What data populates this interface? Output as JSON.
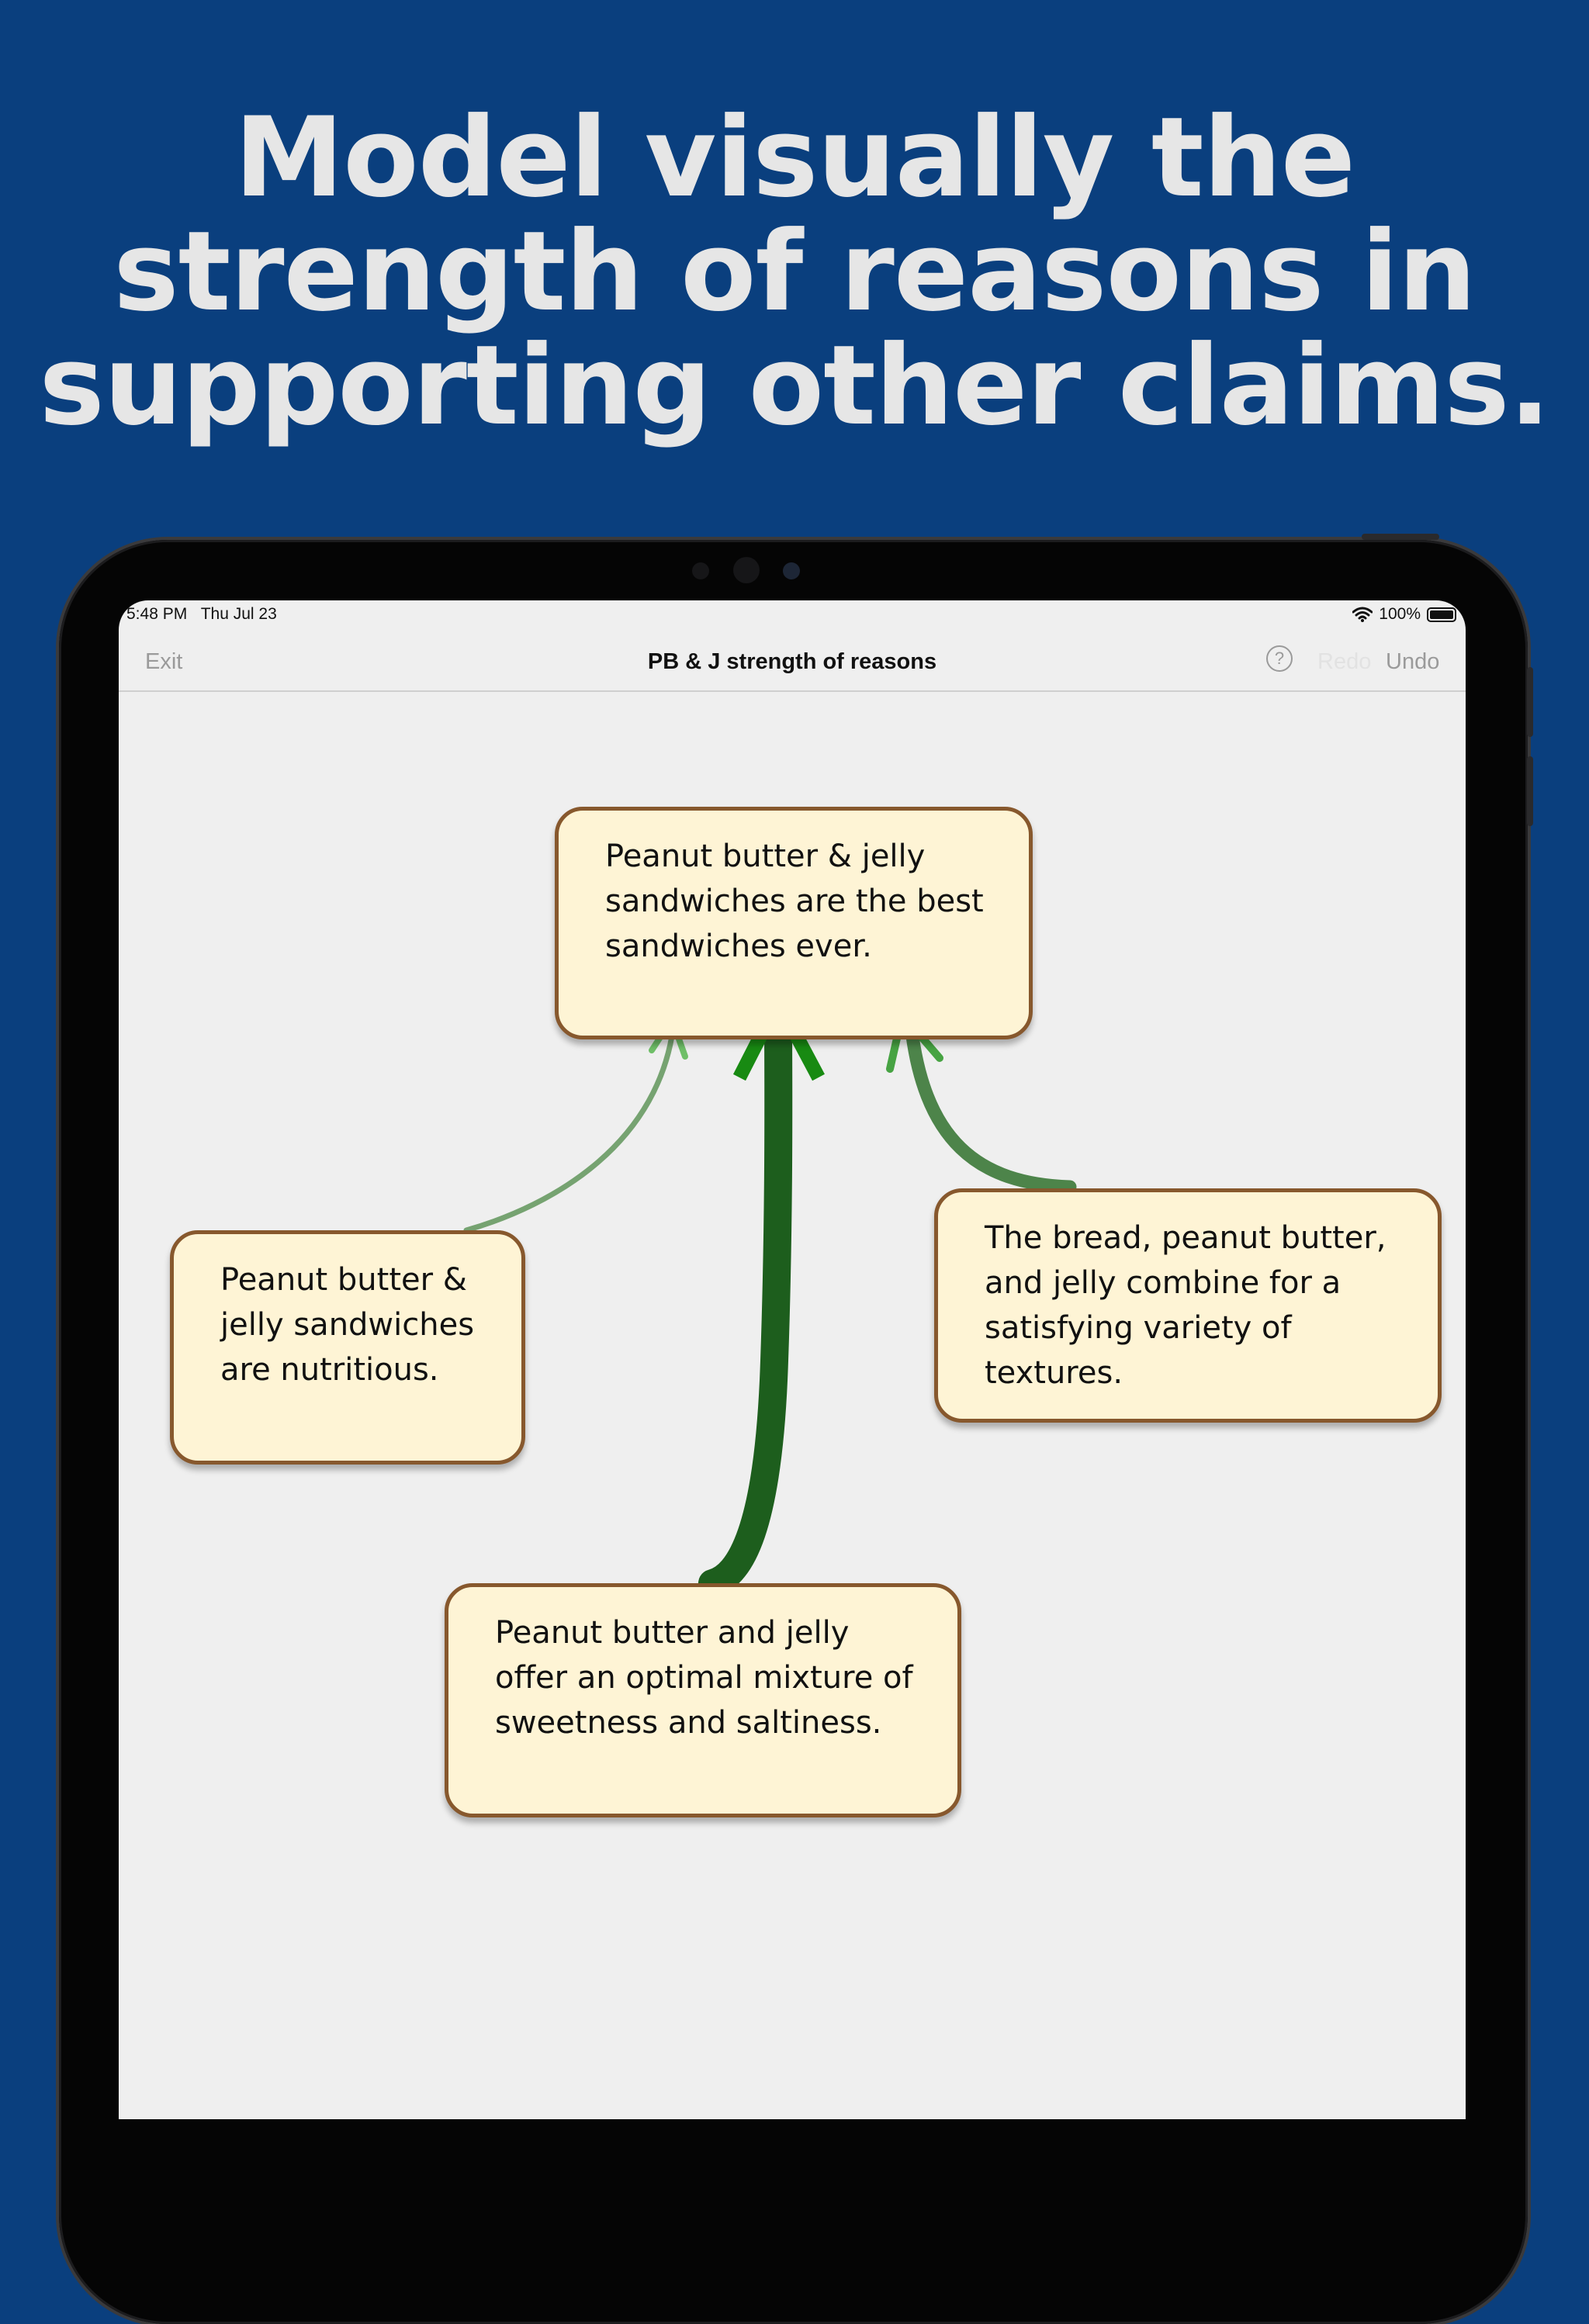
{
  "headline": "Model visually the strength of reasons in supporting other claims.",
  "status_bar": {
    "time": "5:48 PM",
    "date": "Thu Jul 23",
    "battery": "100%",
    "battery_level": 1.0
  },
  "nav": {
    "exit_label": "Exit",
    "title": "PB & J strength of reasons",
    "help_label": "?",
    "redo_label": "Redo",
    "undo_label": "Undo"
  },
  "claims": {
    "main": "Peanut butter & jelly sandwiches are the best sandwiches ever.",
    "nutritious": "Peanut butter & jelly sandwiches are nutritious.",
    "textures": "The bread, peanut butter, and jelly combine for a satisfying variety of textures.",
    "sweet_salty": "Peanut butter and jelly offer an optimal mixture of sweetness and saltiness."
  },
  "colors": {
    "background": "#0a3f7e",
    "claim_fill": "#fef4d5",
    "claim_border": "#87582d",
    "weak_arrow": "#76a371",
    "medium_arrow": "#4d844a",
    "strong_arrow": "#1d5e1d"
  }
}
